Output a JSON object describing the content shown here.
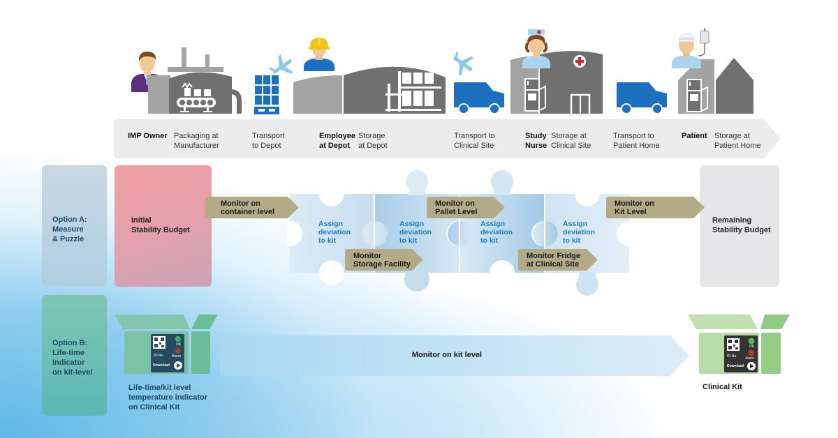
{
  "process_steps": [
    {
      "role": "IMP Owner",
      "step": "Packaging at\nManufacturer"
    },
    {
      "role": "",
      "step": "Transport\nto Depot"
    },
    {
      "role": "Employee\nat Depot",
      "step": "Storage\nat Depot"
    },
    {
      "role": "",
      "step": "Transport to\nClinical Site"
    },
    {
      "role": "Study\nNurse",
      "step": "Storage at\nClinical Site"
    },
    {
      "role": "",
      "step": "Transport to\nPatient Home"
    },
    {
      "role": "Patient",
      "step": "Storage at\nPatient Home"
    }
  ],
  "icons": [
    "person-manager-icon",
    "factory-icon",
    "airplane-icon",
    "pallet-icon",
    "worker-hardhat-icon",
    "warehouse-icon",
    "airplane-icon",
    "van-icon",
    "nurse-icon",
    "clinic-icon",
    "fridge-icon",
    "van-icon",
    "patient-icon",
    "house-icon",
    "fridge-icon"
  ],
  "option_a": {
    "label": "Option A:\nMeasure\n& Puzzle",
    "initial_budget": "Initial\nStability Budget",
    "remaining_budget": "Remaining\nStability Budget",
    "monitor_tags": [
      "Monitor on\ncontainer level",
      "Monitor\nStorage Facility",
      "Monitor on\nPallet Level",
      "Monitor Fridge\nat Clinical Site",
      "Monitor on\nKit Level"
    ],
    "assign_labels": [
      "Assign\ndeviation\nto kit",
      "Assign\ndeviation\nto kit",
      "Assign\ndeviation\nto kit",
      "Assign\ndeviation\nto kit"
    ]
  },
  "option_b": {
    "label": "Option B:\nLife-time\nIndicator\non kit-level",
    "indicator_caption": "Life-time/kit level\ntemperature indicator\non Clinical Kit",
    "arrow_label": "Monitor on kit level",
    "kit_caption": "Clinical Kit",
    "indicator": {
      "id_label": "ID-No.",
      "ok_label": "OK",
      "alarm_label": "Alarm",
      "download_label": "Download"
    }
  },
  "colors": {
    "icon_gray_dark": "#707071",
    "icon_gray_light": "#a3a3a4",
    "icon_blue": "#1d6fc0",
    "icon_blue_light": "#8ec6ea",
    "monitor_tag": "#b3ab88",
    "assign_text": "#1e7cc0",
    "initial_budget": "#eba2a8",
    "remaining_budget": "#e6e6e8",
    "option_a": "#bcd3e2",
    "option_b": "#6cbdb4",
    "kit_teal": "#7cc3a5",
    "kit_green": "#b7dca8"
  }
}
